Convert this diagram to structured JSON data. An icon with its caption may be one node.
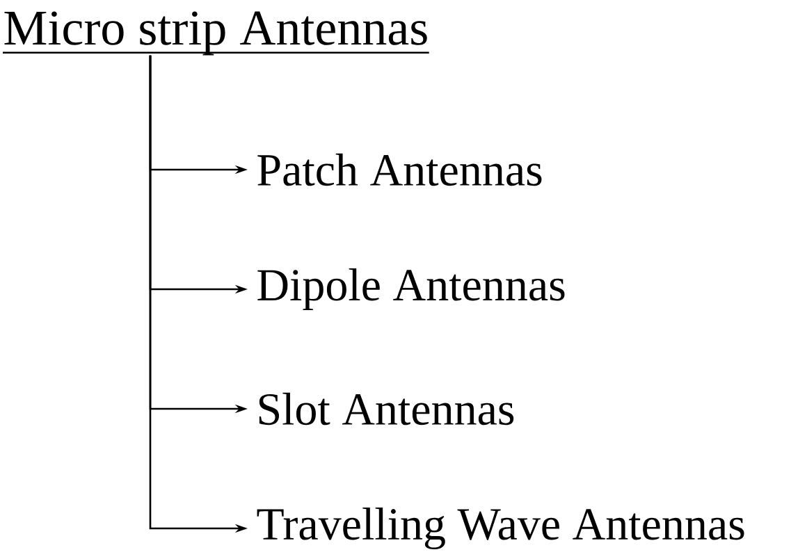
{
  "diagram": {
    "nodes": [
      {
        "text": [
          "Micro strip Antennas"
        ]
      },
      {
        "text": [
          "Patch Antennas"
        ]
      },
      {
        "text": [
          "Dipole Antennas"
        ]
      },
      {
        "text": [
          "Slot Antennas"
        ]
      },
      {
        "text": [
          "Travelling Wave Antennas"
        ]
      }
    ],
    "edges": [
      {
        "from": 0,
        "to": 1,
        "arrow": "to"
      },
      {
        "from": 0,
        "to": 2,
        "arrow": "to"
      },
      {
        "from": 0,
        "to": 3,
        "arrow": "to"
      },
      {
        "from": 0,
        "to": 4,
        "arrow": "to"
      }
    ]
  }
}
